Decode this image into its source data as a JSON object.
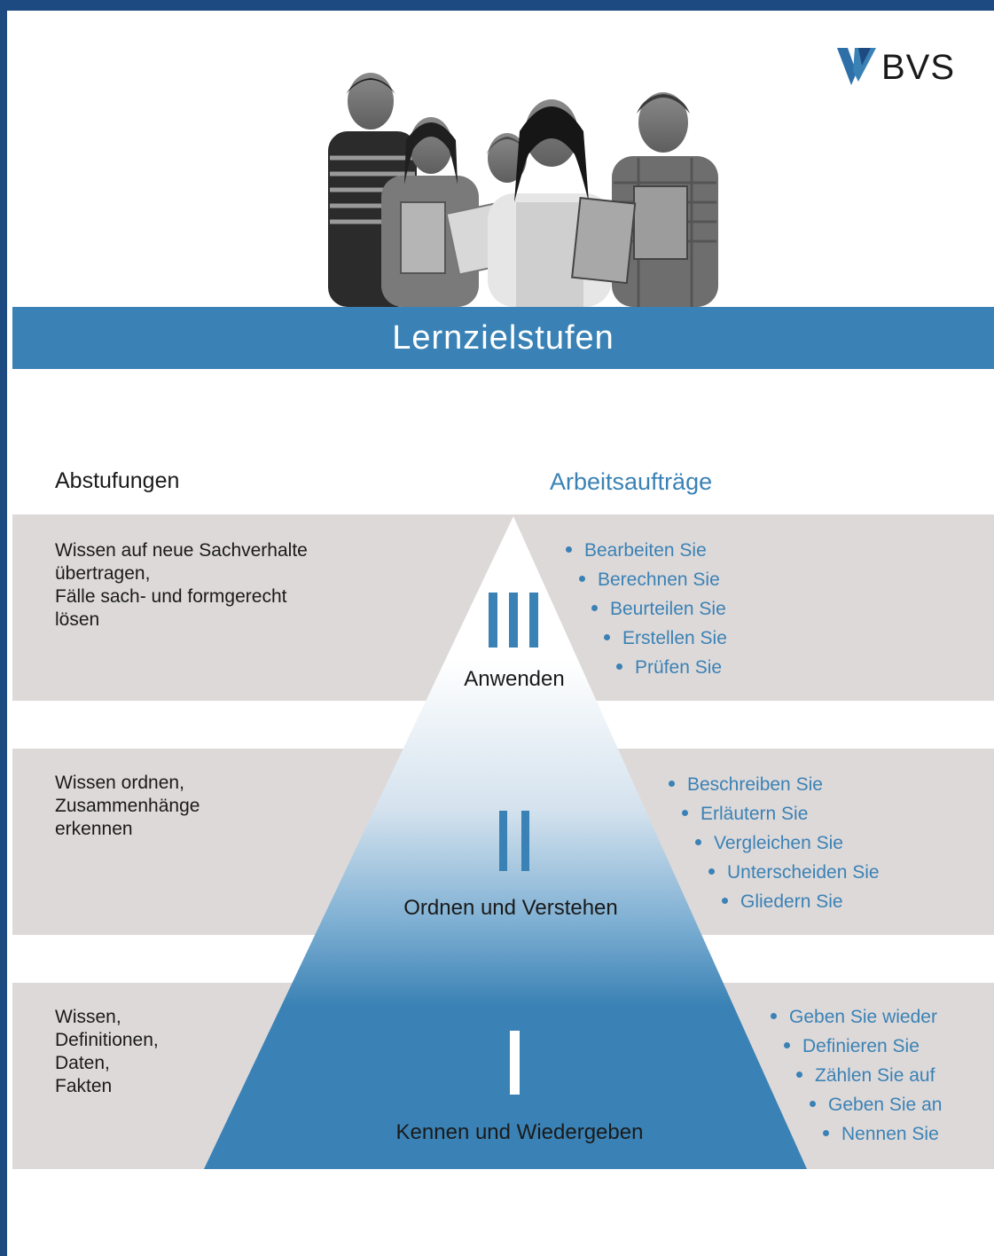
{
  "logo": {
    "text": "BVS"
  },
  "title": "Lernzielstufen",
  "headers": {
    "left": "Abstufungen",
    "right": "Arbeitsaufträge"
  },
  "levels": [
    {
      "numeral": "III",
      "name": "Anwenden",
      "description": [
        "Wissen auf neue Sachverhalte",
        "übertragen,",
        "Fälle sach- und formgerecht",
        "lösen"
      ],
      "tasks": [
        "Bearbeiten Sie",
        "Berechnen Sie",
        "Beurteilen Sie",
        "Erstellen Sie",
        "Prüfen Sie"
      ]
    },
    {
      "numeral": "II",
      "name": "Ordnen und Verstehen",
      "description": [
        "Wissen ordnen,",
        "Zusammenhänge",
        "erkennen"
      ],
      "tasks": [
        "Beschreiben Sie",
        "Erläutern Sie",
        "Vergleichen Sie",
        "Unterscheiden Sie",
        "Gliedern Sie"
      ]
    },
    {
      "numeral": "I",
      "name": "Kennen und Wiedergeben",
      "description": [
        "Wissen,",
        "Definitionen,",
        "Daten,",
        "Fakten"
      ],
      "tasks": [
        "Geben Sie wieder",
        "Definieren Sie",
        "Zählen Sie auf",
        "Geben Sie an",
        "Nennen Sie"
      ]
    }
  ],
  "colors": {
    "accent": "#3a82b5",
    "frame": "#1e4a82",
    "band": "#ded9d9"
  }
}
